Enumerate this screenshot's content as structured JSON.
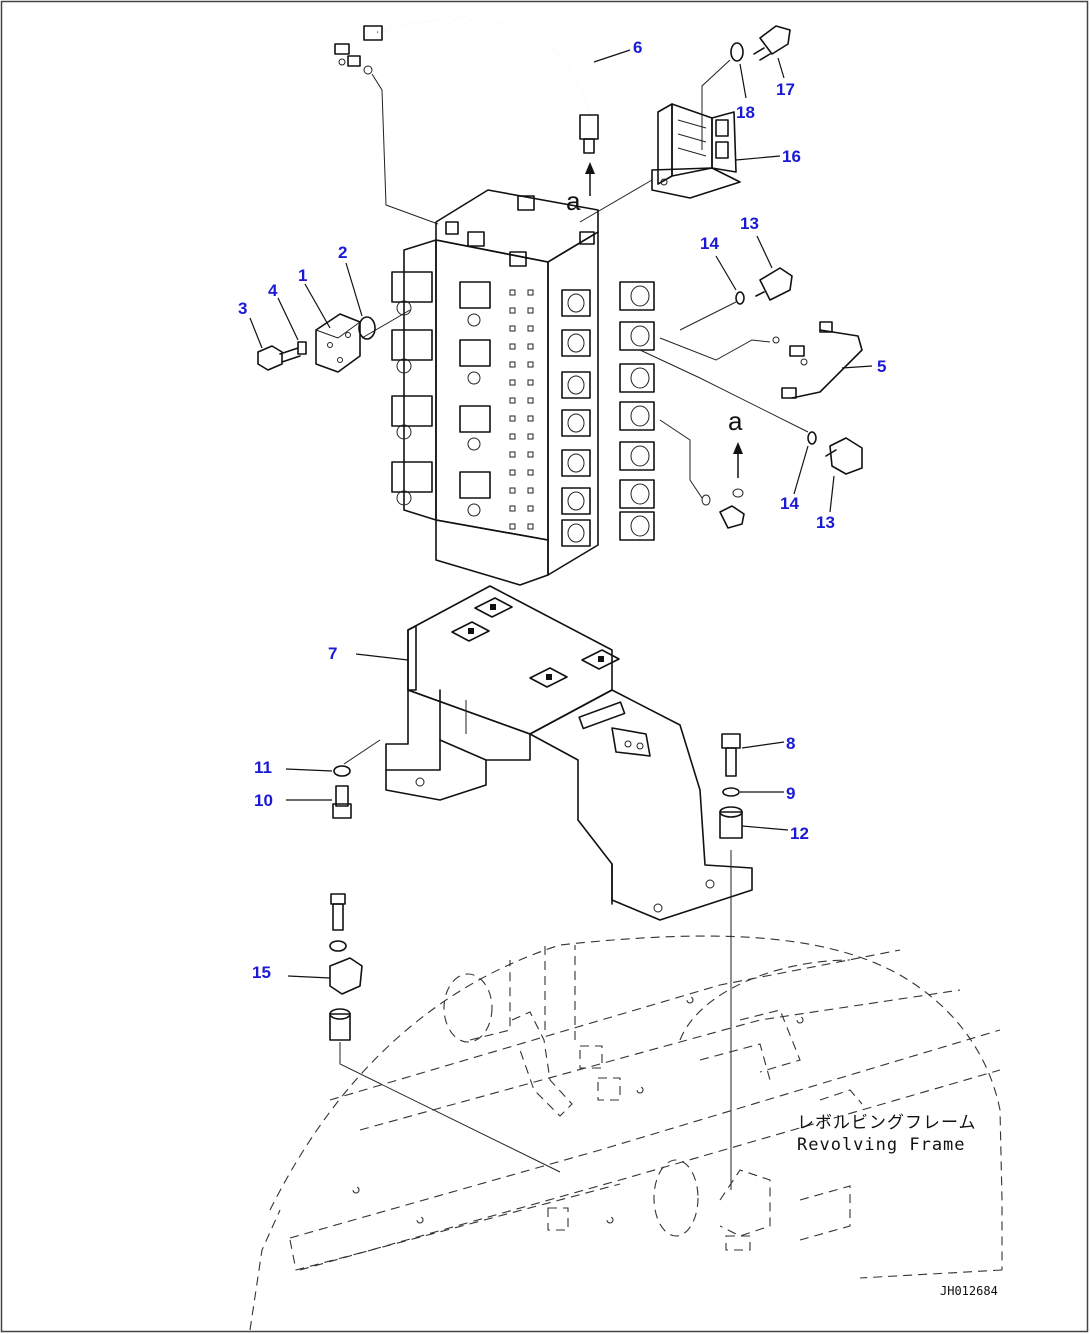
{
  "diagram": {
    "frame_label_jp": "レボルビングフレーム",
    "frame_label_en": "Revolving Frame",
    "drawing_id": "JH012684",
    "view_marker": "a",
    "callouts": [
      {
        "id": "c1",
        "label": "1"
      },
      {
        "id": "c2",
        "label": "2"
      },
      {
        "id": "c3",
        "label": "3"
      },
      {
        "id": "c4",
        "label": "4"
      },
      {
        "id": "c5",
        "label": "5"
      },
      {
        "id": "c6",
        "label": "6"
      },
      {
        "id": "c7",
        "label": "7"
      },
      {
        "id": "c8",
        "label": "8"
      },
      {
        "id": "c9",
        "label": "9"
      },
      {
        "id": "c10",
        "label": "10"
      },
      {
        "id": "c11",
        "label": "11"
      },
      {
        "id": "c12",
        "label": "12"
      },
      {
        "id": "c13a",
        "label": "13"
      },
      {
        "id": "c13b",
        "label": "13"
      },
      {
        "id": "c14a",
        "label": "14"
      },
      {
        "id": "c14b",
        "label": "14"
      },
      {
        "id": "c15",
        "label": "15"
      },
      {
        "id": "c16",
        "label": "16"
      },
      {
        "id": "c17",
        "label": "17"
      },
      {
        "id": "c18",
        "label": "18"
      }
    ]
  }
}
